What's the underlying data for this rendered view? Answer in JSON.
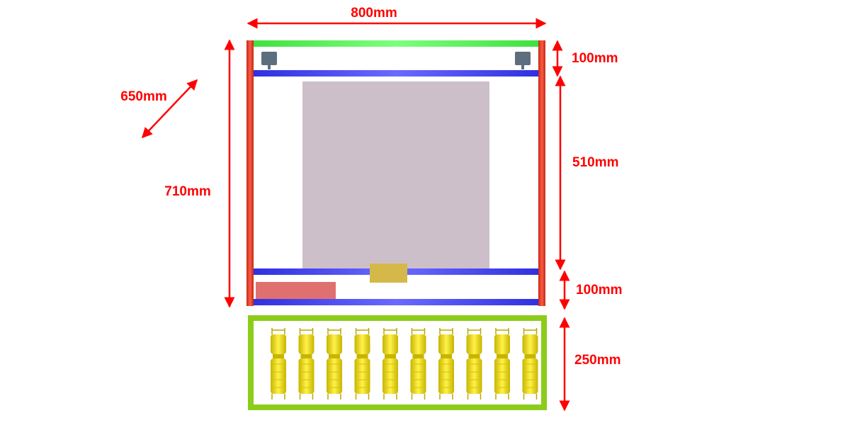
{
  "dimensions": {
    "width": "800mm",
    "depth": "650mm",
    "total_height": "710mm",
    "top_section": "100mm",
    "middle_section": "510mm",
    "bottom_section": "100mm",
    "spool_box": "250mm"
  },
  "spool_count": 10,
  "colors": {
    "annotation": "#ff0000",
    "frame_post": "#e8402a",
    "top_bar": "#4cf04c",
    "rail": "#3b3bf0",
    "build_plate": "#cdbfc9",
    "carriage": "#d4b84a",
    "electronics": "#e07070",
    "motor": "#607080",
    "spool_box": "#8ccc1a",
    "spool": "#f2e100"
  },
  "icons": [
    "motor-icon",
    "spool-icon",
    "arrow-icon"
  ]
}
